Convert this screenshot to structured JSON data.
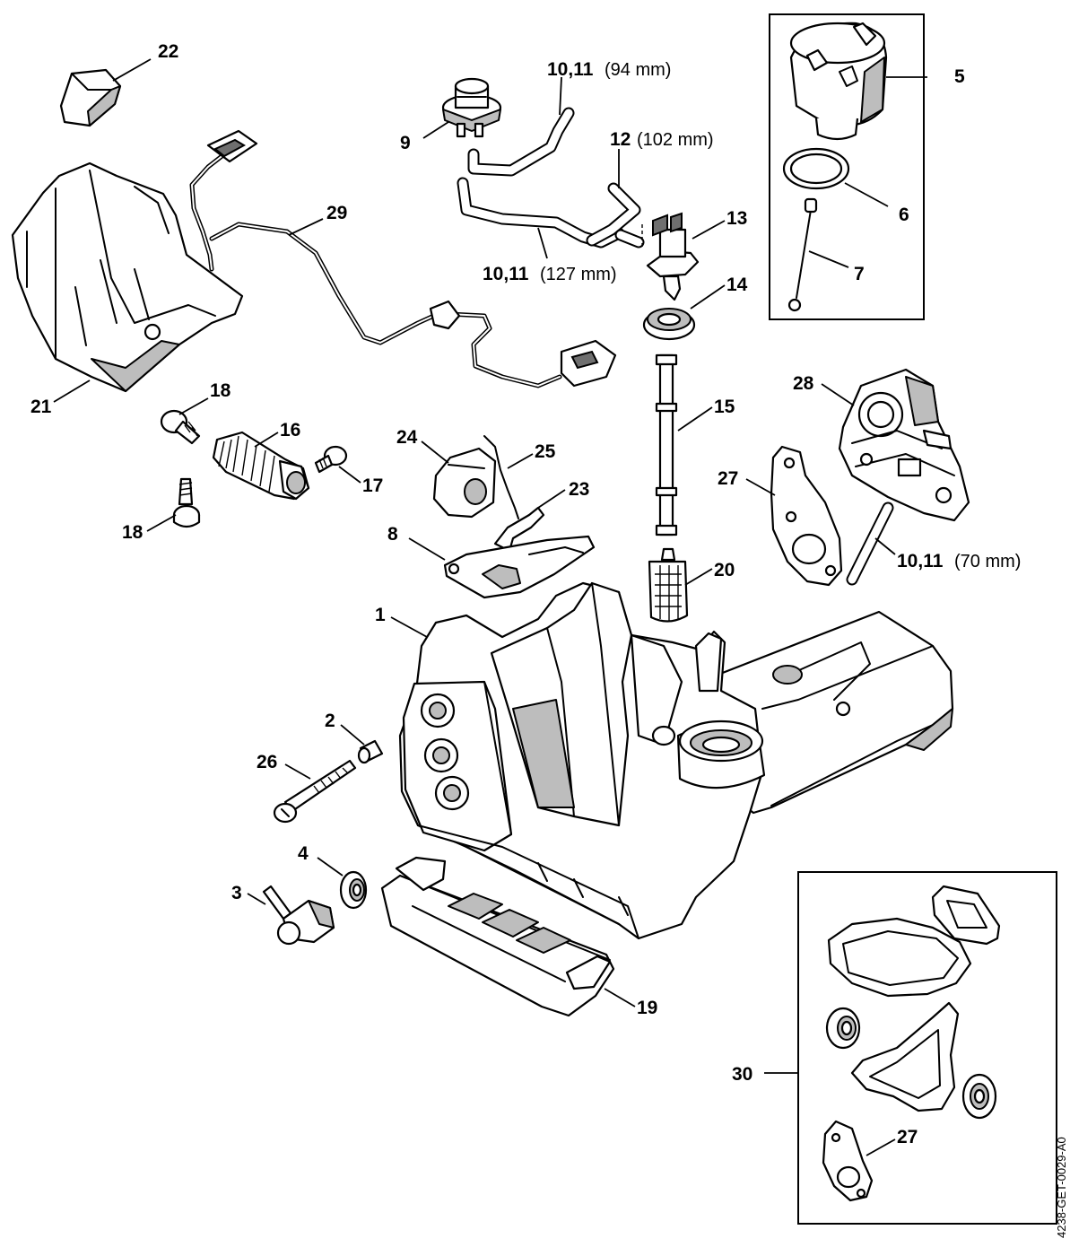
{
  "labels": {
    "p1": "1",
    "p2": "2",
    "p3": "3",
    "p4": "4",
    "p5": "5",
    "p6": "6",
    "p7": "7",
    "p8": "8",
    "p9": "9",
    "p12": "12",
    "p13": "13",
    "p14": "14",
    "p15": "15",
    "p16": "16",
    "p17": "17",
    "p18a": "18",
    "p18b": "18",
    "p19": "19",
    "p20": "20",
    "p21": "21",
    "p22": "22",
    "p23": "23",
    "p24": "24",
    "p25": "25",
    "p26": "26",
    "p27a": "27",
    "p27b": "27",
    "p28": "28",
    "p29": "29",
    "p30": "30",
    "p10_94": "10,11",
    "p10_127": "10,11",
    "p10_70": "10,11"
  },
  "dimensions": {
    "hose_94": "(94 mm)",
    "hose_102": "(102 mm)",
    "hose_127": "(127 mm)",
    "hose_70": "(70 mm)"
  },
  "reference_code": "4238-GET-0029-A0"
}
